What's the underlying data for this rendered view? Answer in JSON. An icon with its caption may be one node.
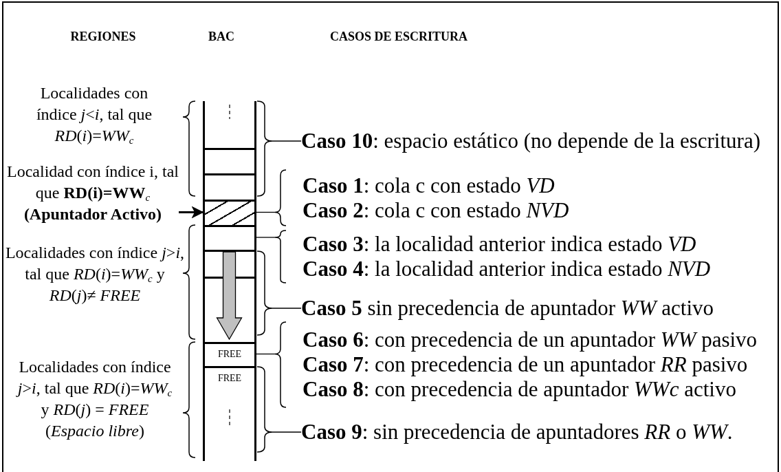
{
  "diagram": {
    "nodes": [
      {
        "text": [
          "Localidad con índice i, tal que **RD(i)=WW**$_{c}$ **(Apuntador Activo)**"
        ]
      },
      {
        "text": [],
        "shape": "box"
      },
      {
        "text": [],
        "shape": "box"
      },
      {
        "text": [],
        "shape": "box"
      },
      {
        "text": [],
        "shape": "box"
      },
      {
        "text": [],
        "shape": "box"
      },
      {
        "text": [],
        "shape": "box"
      },
      {
        "text": [],
        "shape": "box"
      },
      {
        "text": [
          "FREE"
        ]
      },
      {
        "text": [
          "FREE"
        ]
      },
      {
        "text": [
          "**Caso 10**: espacio estático (no depende de la escritura)"
        ]
      },
      {
        "text": [
          "**Caso 1**: cola c con estado *VD*",
          "**Caso 2**: cola c con estado *NVD*"
        ]
      },
      {
        "text": [
          "**Caso 3**: la localidad anterior indica estado *VD*",
          "**Caso 4**: la localidad anterior indica estado *NVD*"
        ]
      },
      {
        "text": [
          "**Caso 5** sin precedencia de apuntador *WW* activo"
        ]
      },
      {
        "text": [
          "**Caso 6**: con precedencia de un apuntador *WW* pasivo",
          "**Caso 7**: con precedencia de un apuntador *RR* pasivo",
          "**Caso 8**: con precedencia de apuntador *WWc* activo"
        ]
      },
      {
        "text": [
          "**Caso 9**: sin precedencia de apuntadores *RR* o *WW*."
        ]
      },
      {
        "text": [],
        "shape": "brace"
      },
      {
        "text": [],
        "shape": "brace"
      },
      {
        "text": [],
        "shape": "brace"
      }
    ],
    "edges": [
      {
        "from": 0,
        "to": 4,
        "arrow": "to"
      },
      {
        "from": 16,
        "to": 10,
        "arrow": "none"
      },
      {
        "from": 4,
        "to": 11,
        "arrow": "none"
      },
      {
        "from": 5,
        "to": 12,
        "arrow": "none"
      },
      {
        "from": 17,
        "to": 13,
        "arrow": "none"
      },
      {
        "from": 8,
        "to": 14,
        "arrow": "none"
      },
      {
        "from": 18,
        "to": 15,
        "arrow": "none"
      },
      {
        "from": 6,
        "to": 8,
        "arrow": "to",
        "style": "thick",
        "color": "#c0c0c0"
      }
    ],
    "labels": [
      "REGIONES",
      "BAC",
      "CASOS DE ESCRITURA",
      "Localidades con índice *j*<*i*, tal que *RD*(*i*)=*WW*$_{c}$",
      "Localidades con índice *j*>*i*, tal que *RD*(*i*)=*WW*$_{c}$ y *RD*(*j*)≠ *FREE*",
      "Localidades con índice *j*>*i*, tal que *RD*(*i*)=*WW*$_{c}$ y *RD*(*j*) = *FREE* (*Espacio libre*)"
    ]
  }
}
